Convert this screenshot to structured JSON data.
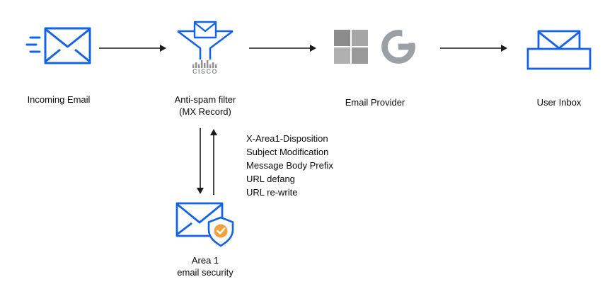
{
  "colors": {
    "accent_blue": "#1463e6",
    "arrow_black": "#1a1a1a",
    "logo_gray": "#9aa0a6",
    "microsoft_gray_tl": "#8c8c8c",
    "microsoft_gray_tr": "#a6a6a6",
    "microsoft_gray_bl": "#b0b0b0",
    "microsoft_gray_br": "#999999",
    "shield_check_orange": "#f2a23c"
  },
  "icons": {
    "incoming_email": "envelope-with-speed-lines-icon",
    "antispam": "funnel-with-envelope-icon",
    "cisco": "cisco-logo",
    "microsoft": "microsoft-grid-logo",
    "google": "google-g-logo",
    "user_inbox": "inbox-tray-envelope-icon",
    "area1": "envelope-with-shield-check-icon"
  },
  "nodes": {
    "incoming_email": {
      "label": "Incoming Email"
    },
    "antispam": {
      "label_line1": "Anti-spam filter",
      "label_line2": "(MX Record)",
      "logo_text": "CISCO"
    },
    "email_provider": {
      "label": "Email Provider"
    },
    "user_inbox": {
      "label": "User Inbox"
    },
    "area1": {
      "label_line1": "Area 1",
      "label_line2": "email security"
    }
  },
  "annotations": {
    "lines": [
      "X-Area1-Disposition",
      "Subject Modification",
      "Message Body Prefix",
      "URL defang",
      "URL re-write"
    ]
  }
}
